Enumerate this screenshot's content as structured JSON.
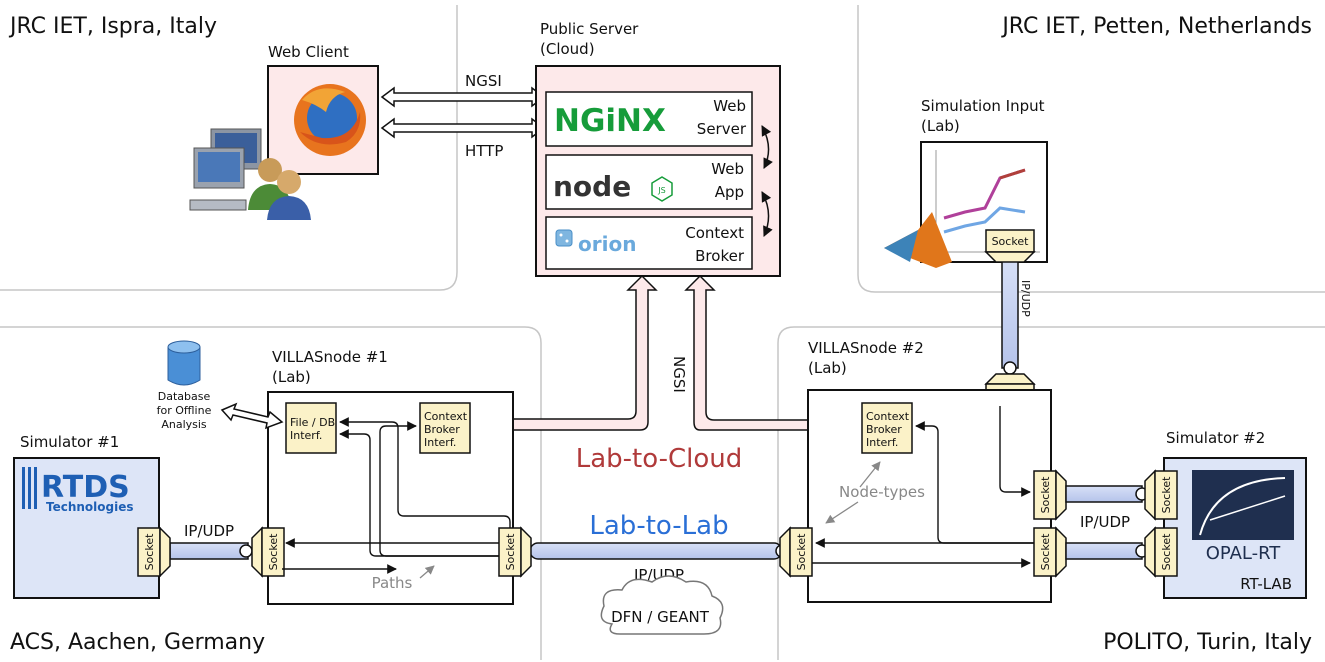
{
  "corners": {
    "top_left": "JRC IET, Ispra, Italy",
    "top_right": "JRC IET, Petten, Netherlands",
    "bottom_left": "ACS, Aachen, Germany",
    "bottom_right": "POLITO, Turin, Italy"
  },
  "web_client": {
    "title": "Web Client"
  },
  "server": {
    "title_line1": "Public Server",
    "title_line2": "(Cloud)",
    "nginx_logo": "NGiNX",
    "nginx_label_1": "Web",
    "nginx_label_2": "Server",
    "node_logo": "node",
    "node_badge": "JS",
    "node_label_1": "Web",
    "node_label_2": "App",
    "orion_logo": "orion",
    "orion_label_1": "Context",
    "orion_label_2": "Broker"
  },
  "protocols": {
    "ngsi": "NGSI",
    "http": "HTTP",
    "ngsi_vertical": "NGSI",
    "ip_udp": "IP/UDP"
  },
  "sim_input": {
    "line1": "Simulation Input",
    "line2": "(Lab)"
  },
  "villas1": {
    "line1": "VILLASnode #1",
    "line2": "(Lab)",
    "file_interf_1": "File / DB",
    "file_interf_2": "Interf.",
    "cb_interf_1": "Context",
    "cb_interf_2": "Broker",
    "cb_interf_3": "Interf."
  },
  "villas2": {
    "line1": "VILLASnode #2",
    "line2": "(Lab)",
    "cb_interf_1": "Context",
    "cb_interf_2": "Broker",
    "cb_interf_3": "Interf."
  },
  "database": {
    "line1": "Database",
    "line2": "for Offline",
    "line3": "Analysis"
  },
  "simulator1": {
    "title": "Simulator #1",
    "logo_main": "RTDS",
    "logo_sub": "Technologies"
  },
  "simulator2": {
    "title": "Simulator #2",
    "logo": "OPAL-RT",
    "sub": "RT-LAB"
  },
  "socket_label": "Socket",
  "links": {
    "lab_to_cloud": "Lab-to-Cloud",
    "lab_to_lab": "Lab-to-Lab"
  },
  "annotations": {
    "paths": "Paths",
    "node_types": "Node-types"
  },
  "cloud": {
    "label": "DFN / GEANT"
  },
  "colors": {
    "lab_to_cloud": "#b03a3a",
    "lab_to_lab": "#2a6fd6",
    "nginx": "#169c3a",
    "pink_fill": "#fde9ea",
    "socket_fill": "#fbf2c8"
  }
}
